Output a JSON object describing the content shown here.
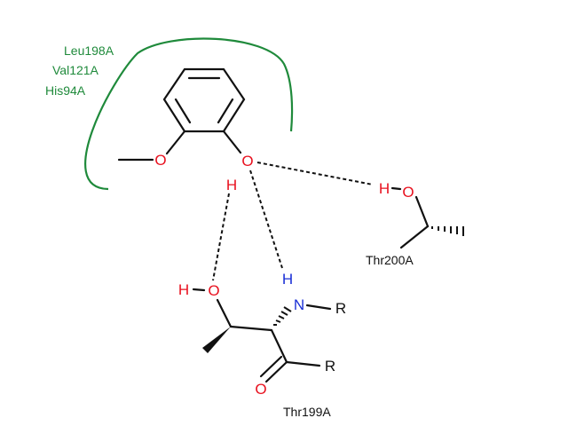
{
  "colors": {
    "oxygen": "#e8101e",
    "hydrogen": "#e8101e",
    "nitrogen": "#1a2fd6",
    "pocket": "#1f8a3b",
    "bond": "#111111"
  },
  "pocket_residues": [
    "Leu198A",
    "Val121A",
    "His94A"
  ],
  "atoms": {
    "methoxy_o": "O",
    "phenol_o": "O",
    "phenol_h": "H",
    "thr200_h": "H",
    "thr200_o": "O",
    "thr199_oh_h": "H",
    "thr199_oh_o": "O",
    "thr199_nh_h": "H",
    "thr199_n": "N",
    "thr199_n_r": "R",
    "thr199_co_r": "R",
    "thr199_carbonyl_o": "O"
  },
  "residue_labels": {
    "thr200": "Thr200A",
    "thr199": "Thr199A"
  }
}
